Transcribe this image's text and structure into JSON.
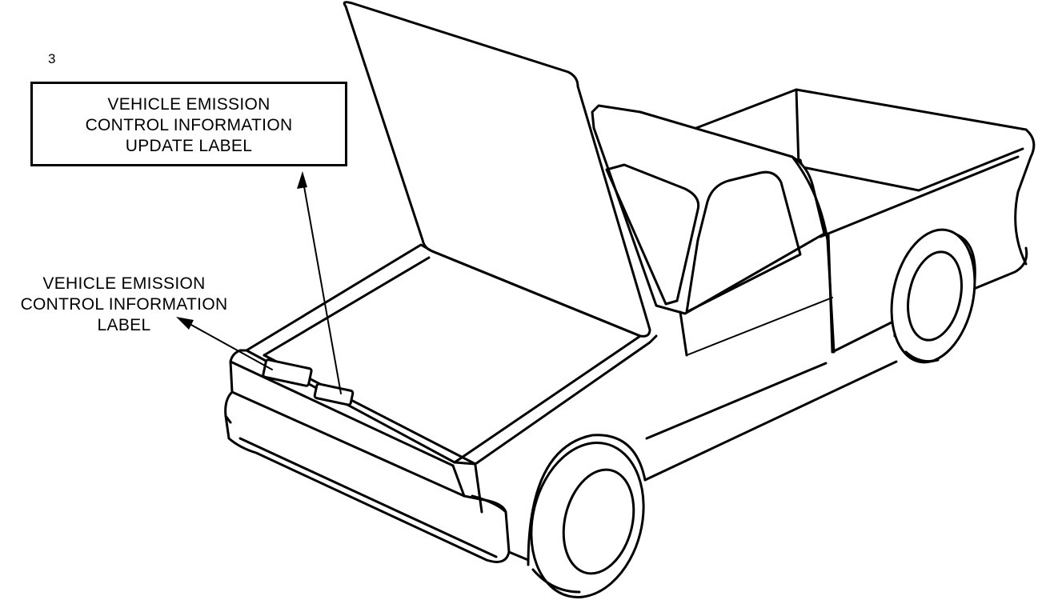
{
  "figure": {
    "reference_number": "3",
    "update_label": {
      "line1": "VEHICLE EMISSION",
      "line2": "CONTROL INFORMATION",
      "line3": "UPDATE LABEL"
    },
    "control_label": {
      "line1": "VEHICLE EMISSION",
      "line2": "CONTROL INFORMATION",
      "line3": "LABEL"
    }
  },
  "colors": {
    "ink": "#000000",
    "paper": "#ffffff"
  }
}
